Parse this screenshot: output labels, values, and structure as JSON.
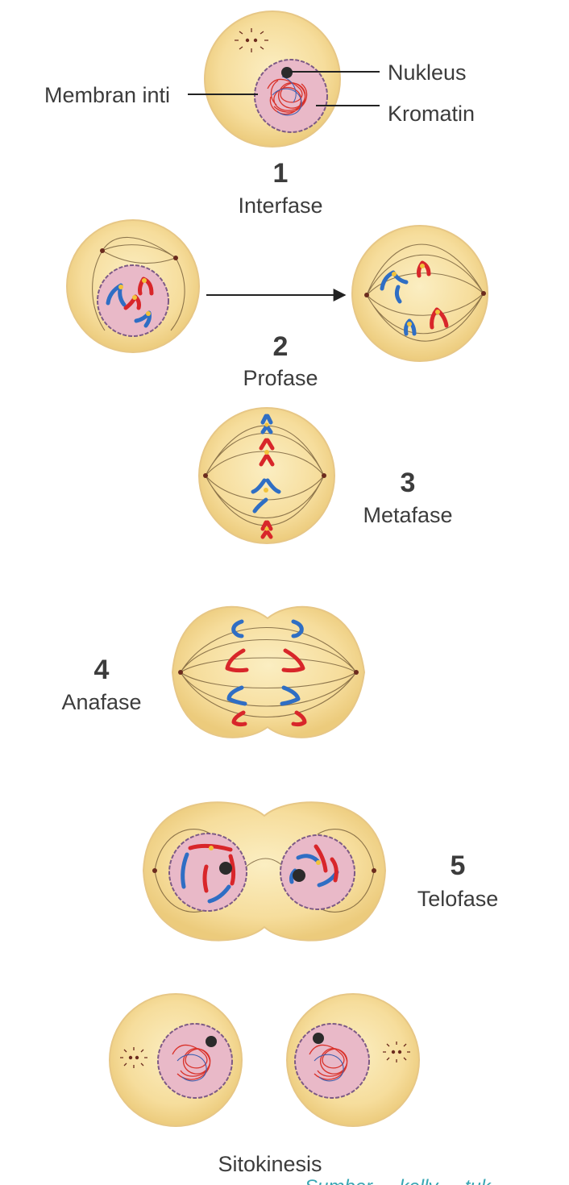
{
  "labels": {
    "membran_inti": "Membran inti",
    "nukleus": "Nukleus",
    "kromatin": "Kromatin"
  },
  "stages": [
    {
      "number": "1",
      "name": "Interfase"
    },
    {
      "number": "2",
      "name": "Profase"
    },
    {
      "number": "3",
      "name": "Metafase"
    },
    {
      "number": "4",
      "name": "Anafase"
    },
    {
      "number": "5",
      "name": "Telofase"
    },
    {
      "number": "",
      "name": "Sitokinesis"
    }
  ],
  "footer_fragment": "Sumber ... kelly ... tuk ...",
  "colors": {
    "cytoplasm": "#f4dc9a",
    "nucleus": "#e9b9c8",
    "chromosome_blue": "#2f6ec4",
    "chromosome_red": "#d8262a",
    "centromere": "#f2c23a"
  }
}
